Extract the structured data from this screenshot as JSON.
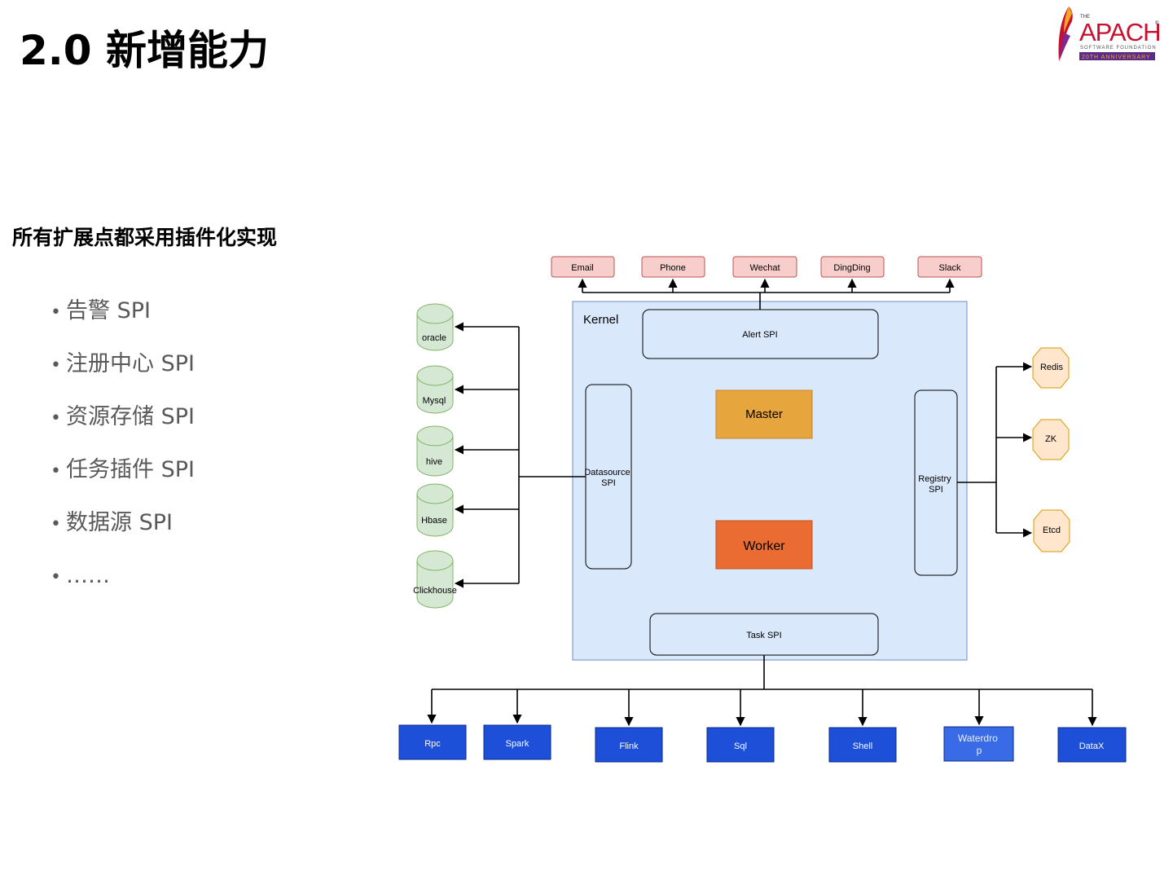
{
  "slide": {
    "title": "2.0 新增能力",
    "subtitle": "所有扩展点都采用插件化实现"
  },
  "logo": {
    "the": "THE",
    "name": "APACHE",
    "tm": "®",
    "foundation": "SOFTWARE FOUNDATION",
    "anniversary": "20TH ANNIVERSARY"
  },
  "bullets": [
    {
      "marker": "•",
      "text": "告警 SPI"
    },
    {
      "marker": "•",
      "text": "注册中心 SPI"
    },
    {
      "marker": "•",
      "text": "资源存储 SPI"
    },
    {
      "marker": "•",
      "text": "任务插件 SPI"
    },
    {
      "marker": "•",
      "text": "数据源 SPI"
    },
    {
      "marker": "•",
      "text": "……"
    }
  ],
  "diagram": {
    "kernel_label": "Kernel",
    "alert_spi": "Alert SPI",
    "datasource_spi": [
      "Datasource",
      "SPI"
    ],
    "registry_spi": [
      "Registry",
      "SPI"
    ],
    "task_spi": "Task SPI",
    "master": "Master",
    "worker": "Worker",
    "alert_targets": [
      "Email",
      "Phone",
      "Wechat",
      "DingDing",
      "Slack"
    ],
    "datasources": [
      "oracle",
      "Mysql",
      "hive",
      "Hbase",
      "Clickhouse"
    ],
    "registries": [
      "Redis",
      "ZK",
      "Etcd"
    ],
    "tasks": [
      "Rpc",
      "Spark",
      "Flink",
      "Sql",
      "Shell",
      [
        "Waterdro",
        "p"
      ],
      "DataX"
    ],
    "colors": {
      "kernel_fill": "#dae8fc",
      "kernel_stroke": "#6c8ebf",
      "master": "#e6a53d",
      "worker": "#eb6c33",
      "alert_fill": "#f8cecc",
      "alert_stroke": "#b85450",
      "db_fill": "#d5e8d4",
      "db_stroke": "#82b366",
      "reg_fill": "#ffe6cc",
      "reg_stroke": "#d79b00",
      "task_fill": "#1e4fd8",
      "task_stroke": "#0b2a8c"
    }
  }
}
